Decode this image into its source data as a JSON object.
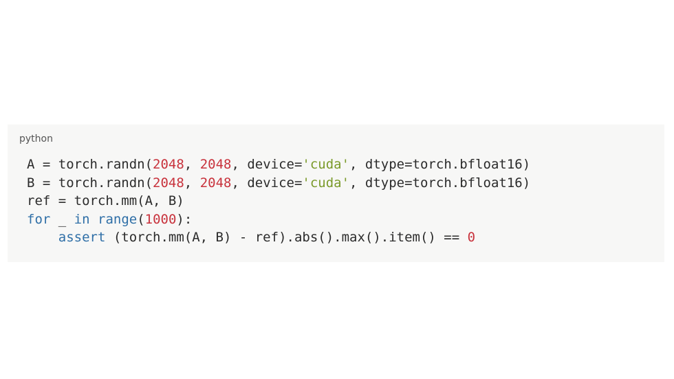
{
  "code_block": {
    "language": "python",
    "lines": [
      [
        {
          "t": "A = torch.randn(",
          "c": ""
        },
        {
          "t": "2048",
          "c": "num"
        },
        {
          "t": ", ",
          "c": ""
        },
        {
          "t": "2048",
          "c": "num"
        },
        {
          "t": ", device=",
          "c": ""
        },
        {
          "t": "'cuda'",
          "c": "str"
        },
        {
          "t": ", dtype=torch.bfloat16)",
          "c": ""
        }
      ],
      [
        {
          "t": "B = torch.randn(",
          "c": ""
        },
        {
          "t": "2048",
          "c": "num"
        },
        {
          "t": ", ",
          "c": ""
        },
        {
          "t": "2048",
          "c": "num"
        },
        {
          "t": ", device=",
          "c": ""
        },
        {
          "t": "'cuda'",
          "c": "str"
        },
        {
          "t": ", dtype=torch.bfloat16)",
          "c": ""
        }
      ],
      [
        {
          "t": "ref = torch.mm(A, B)",
          "c": ""
        }
      ],
      [
        {
          "t": "for",
          "c": "kw"
        },
        {
          "t": " _ ",
          "c": ""
        },
        {
          "t": "in",
          "c": "kw"
        },
        {
          "t": " ",
          "c": ""
        },
        {
          "t": "range",
          "c": "bi"
        },
        {
          "t": "(",
          "c": ""
        },
        {
          "t": "1000",
          "c": "num"
        },
        {
          "t": "):",
          "c": ""
        }
      ],
      [
        {
          "t": "    ",
          "c": ""
        },
        {
          "t": "assert",
          "c": "kw"
        },
        {
          "t": " (torch.mm(A, B) - ref).abs().max().item() == ",
          "c": ""
        },
        {
          "t": "0",
          "c": "num"
        }
      ]
    ]
  },
  "colors": {
    "number": "#c8323c",
    "string": "#7a9a2a",
    "keyword": "#2f6fa7",
    "text": "#2b2b2b",
    "block_background": "#f7f7f6"
  }
}
